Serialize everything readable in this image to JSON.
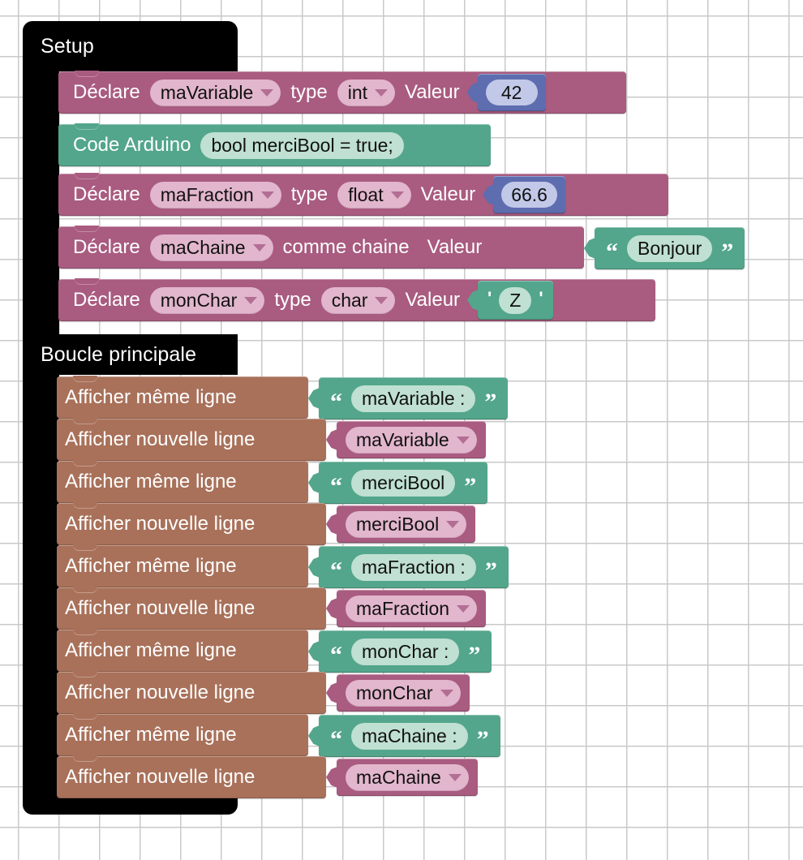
{
  "workspace": {
    "background": "#ffffff",
    "grid_mark": "plus",
    "grid_spacing": 50,
    "colors": {
      "container": "#000000",
      "variable_block": "#a95b80",
      "text_block": "#53a68b",
      "print_block": "#a9715a",
      "number_block": "#5e6daf",
      "field_variable": "#e2b6cd",
      "field_text": "#bfe0d2",
      "field_number": "#c2c8e8"
    }
  },
  "setup": {
    "title": "Setup",
    "rows": [
      {
        "kind": "declare",
        "label": "Déclare",
        "variable": "maVariable",
        "mid_label": "type",
        "type": "int",
        "value_label": "Valeur",
        "value_kind": "number",
        "value": "42"
      },
      {
        "kind": "arduino_code",
        "label": "Code Arduino",
        "code": "bool merciBool = true;"
      },
      {
        "kind": "declare",
        "label": "Déclare",
        "variable": "maFraction",
        "mid_label": "type",
        "type": "float",
        "value_label": "Valeur",
        "value_kind": "number",
        "value": "66.6"
      },
      {
        "kind": "declare_string",
        "label": "Déclare",
        "variable": "maChaine",
        "mid_label": "comme chaine",
        "value_label": "Valeur",
        "value_kind": "string",
        "value": "Bonjour"
      },
      {
        "kind": "declare",
        "label": "Déclare",
        "variable": "monChar",
        "mid_label": "type",
        "type": "char",
        "value_label": "Valeur",
        "value_kind": "char",
        "value": "Z"
      }
    ]
  },
  "loop": {
    "title": "Boucle principale",
    "rows": [
      {
        "label": "Afficher même ligne",
        "arg_kind": "string",
        "arg": "maVariable :"
      },
      {
        "label": "Afficher nouvelle ligne",
        "arg_kind": "variable",
        "arg": "maVariable"
      },
      {
        "label": "Afficher même ligne",
        "arg_kind": "string",
        "arg": "merciBool"
      },
      {
        "label": "Afficher nouvelle ligne",
        "arg_kind": "variable",
        "arg": "merciBool"
      },
      {
        "label": "Afficher même ligne",
        "arg_kind": "string",
        "arg": "maFraction :"
      },
      {
        "label": "Afficher nouvelle ligne",
        "arg_kind": "variable",
        "arg": "maFraction"
      },
      {
        "label": "Afficher même ligne",
        "arg_kind": "string",
        "arg": "monChar :"
      },
      {
        "label": "Afficher nouvelle ligne",
        "arg_kind": "variable",
        "arg": "monChar"
      },
      {
        "label": "Afficher même ligne",
        "arg_kind": "string",
        "arg": "maChaine :"
      },
      {
        "label": "Afficher nouvelle ligne",
        "arg_kind": "variable",
        "arg": "maChaine"
      }
    ]
  }
}
